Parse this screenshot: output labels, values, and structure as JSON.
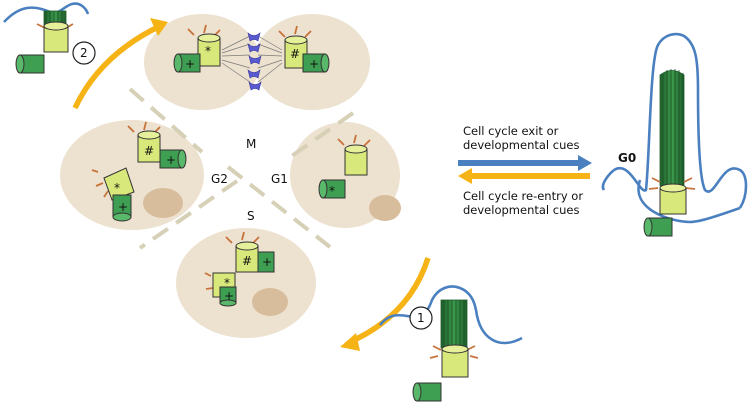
{
  "phases": {
    "m": "M",
    "g1": "G1",
    "s": "S",
    "g2": "G2",
    "g0": "G0"
  },
  "arrows": {
    "exit_line1": "Cell cycle exit or",
    "exit_line2": "developmental cues",
    "reentry_line1": "Cell cycle re-entry or",
    "reentry_line2": "developmental cues"
  },
  "steps": {
    "one": "1",
    "two": "2"
  },
  "markers": {
    "plus": "+",
    "star": "*",
    "hash": "#"
  },
  "colors": {
    "cell": "#ede1cf",
    "nucleus": "#d8bd9c",
    "mother_centriole": "#d8e87a",
    "daughter_centriole": "#3e9e52",
    "cilium": "#2f7a3b",
    "membrane": "#4a80c0",
    "exit_arrow": "#4a80c0",
    "reentry_arrow": "#f5b316",
    "appendage": "#c8733a",
    "chromosome": "#5a5ad0"
  }
}
